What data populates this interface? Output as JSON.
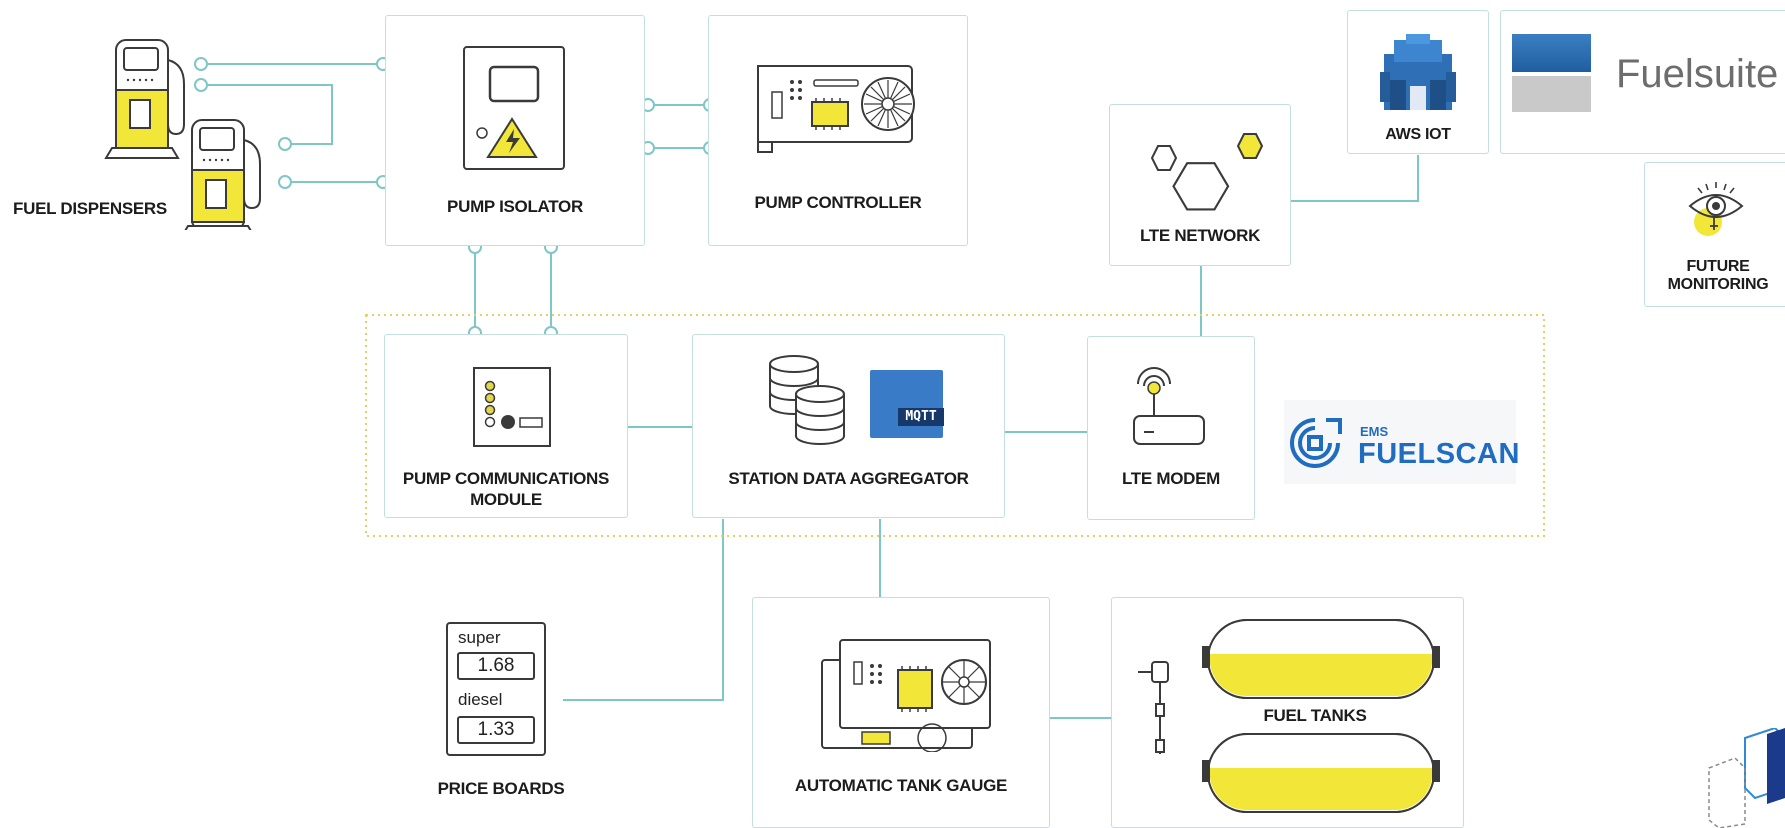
{
  "colors": {
    "line": "#7fc6c6",
    "box": "#c5dfe0",
    "accent": "#f2e638",
    "dark": "#3a3a3a",
    "dots": "#e3d64b",
    "aws": "#2f6fb5"
  },
  "labels": {
    "fuel_dispensers": "FUEL DISPENSERS",
    "pump_isolator": "PUMP ISOLATOR",
    "pump_controller": "PUMP CONTROLLER",
    "lte_network": "LTE NETWORK",
    "aws_iot": "AWS IOT",
    "fuelsuite": "Fuelsuite",
    "future_monitoring": "FUTURE MONITORING",
    "pump_comm_module": "PUMP COMMUNICATIONS MODULE",
    "station_data_aggregator": "STATION DATA AGGREGATOR",
    "lte_modem": "LTE MODEM",
    "ems": "EMS",
    "fuelscan": "FUELSCAN",
    "mqtt": "MQTT",
    "price_boards": "PRICE BOARDS",
    "automatic_tank_gauge": "AUTOMATIC TANK GAUGE",
    "fuel_tanks": "FUEL TANKS"
  },
  "price_board": {
    "super_label": "super",
    "super_price": "1.68",
    "diesel_label": "diesel",
    "diesel_price": "1.33"
  }
}
